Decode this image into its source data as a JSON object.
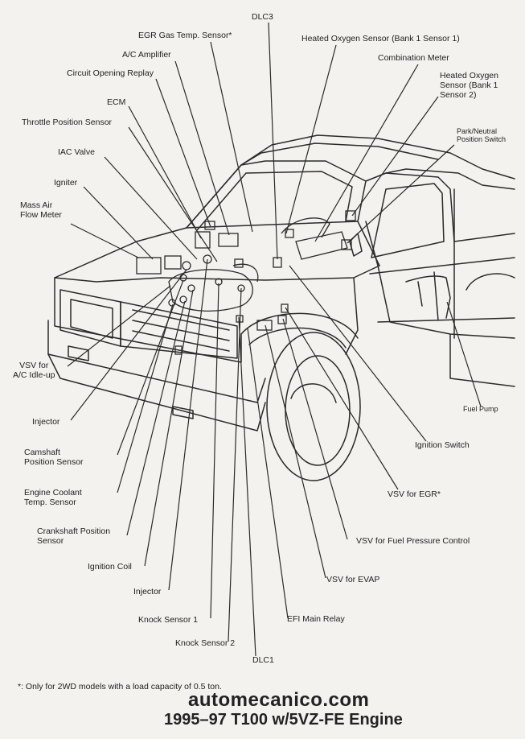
{
  "labels": {
    "dlc3": "DLC3",
    "egr_temp": "EGR Gas Temp. Sensor*",
    "ac_amp": "A/C Amplifier",
    "circuit_relay": "Circuit Opening Replay",
    "ecm": "ECM",
    "tps": "Throttle Position Sensor",
    "iac": "IAC Valve",
    "igniter": "Igniter",
    "maf": "Mass Air\nFlow Meter",
    "ho2_s1": "Heated Oxygen Sensor (Bank 1 Sensor 1)",
    "combo_meter": "Combination Meter",
    "ho2_s2": "Heated Oxygen\nSensor (Bank 1\nSensor 2)",
    "park_neutral": "Park/Neutral\nPosition Switch",
    "vsv_ac": "VSV for\nA/C Idle-up",
    "injector_l": "Injector",
    "cam_sensor": "Camshaft\nPosition Sensor",
    "ect_sensor": "Engine Coolant\nTemp. Sensor",
    "crank_sensor": "Crankshaft Position\nSensor",
    "ign_coil": "Ignition Coil",
    "injector_b": "Injector",
    "knock1": "Knock Sensor 1",
    "knock2": "Knock Sensor 2",
    "dlc1": "DLC1",
    "fuel_pump": "Fuel Pump",
    "ign_switch": "Ignition Switch",
    "vsv_egr": "VSV for EGR*",
    "vsv_fuel": "VSV for Fuel Pressure Control",
    "vsv_evap": "VSV for EVAP",
    "efi_relay": "EFI Main Relay"
  },
  "footnote": "*:  Only for 2WD models with a load capacity of 0.5 ton.",
  "watermark": "automecanico.com",
  "caption": "1995–97 T100 w/5VZ-FE Engine",
  "colors": {
    "ink": "#1e1e1e",
    "leader": "#2a2a2a",
    "paper": "#f4f2ee"
  }
}
